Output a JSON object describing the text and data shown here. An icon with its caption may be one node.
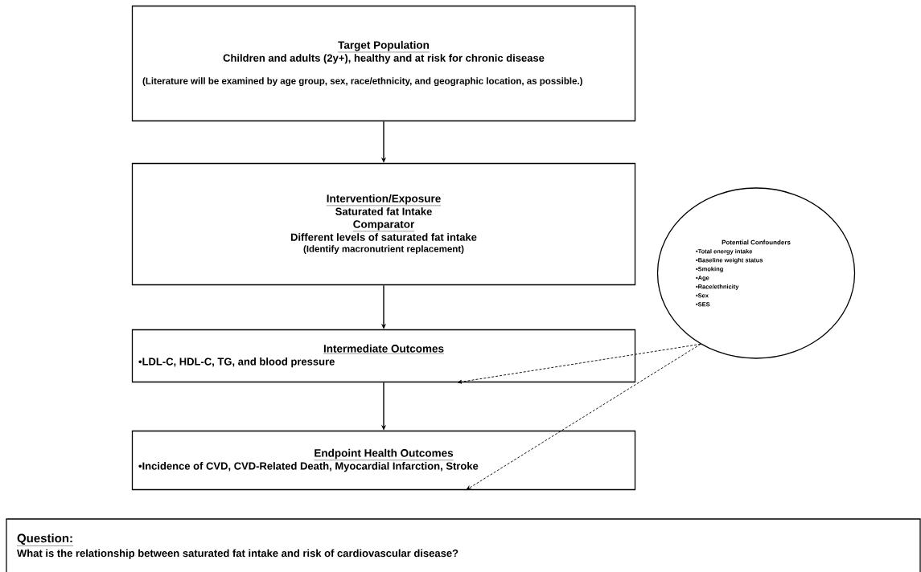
{
  "diagram": {
    "nodes": [
      {
        "text": [
          "Target Population",
          "Children and adults (2y+), healthy and at risk for chronic disease",
          "(Literature will be examined by age group, sex, race/ethnicity, and geographic location, as possible.)"
        ]
      },
      {
        "text": [
          "Intervention/Exposure",
          "Saturated fat Intake",
          "Comparator",
          "Different levels of saturated fat intake",
          "(Identify macronutrient replacement)"
        ]
      },
      {
        "text": [
          "Intermediate  Outcomes",
          "•LDL-C, HDL-C, TG, and blood pressure"
        ]
      },
      {
        "text": [
          "Endpoint Health Outcomes",
          "•Incidence of CVD, CVD-Related Death, Myocardial Infarction, Stroke"
        ]
      },
      {
        "text": [
          "Potential Confounders",
          "•Total energy intake",
          "•Baseline weight status",
          "•Smoking",
          "•Age",
          "•Race/ethnicity",
          "•Sex",
          "•SES"
        ]
      },
      {
        "text": [
          "Question:",
          "What is the relationship between saturated fat intake and risk of cardiovascular disease?"
        ]
      }
    ],
    "edges": [
      {
        "from": 0,
        "to": 1,
        "arrow": "to"
      },
      {
        "from": 1,
        "to": 2,
        "arrow": "to"
      },
      {
        "from": 2,
        "to": 3,
        "arrow": "to"
      },
      {
        "from": 4,
        "to": 2,
        "arrow": "to",
        "style": "dashed"
      },
      {
        "from": 4,
        "to": 3,
        "arrow": "to",
        "style": "dashed"
      }
    ]
  }
}
